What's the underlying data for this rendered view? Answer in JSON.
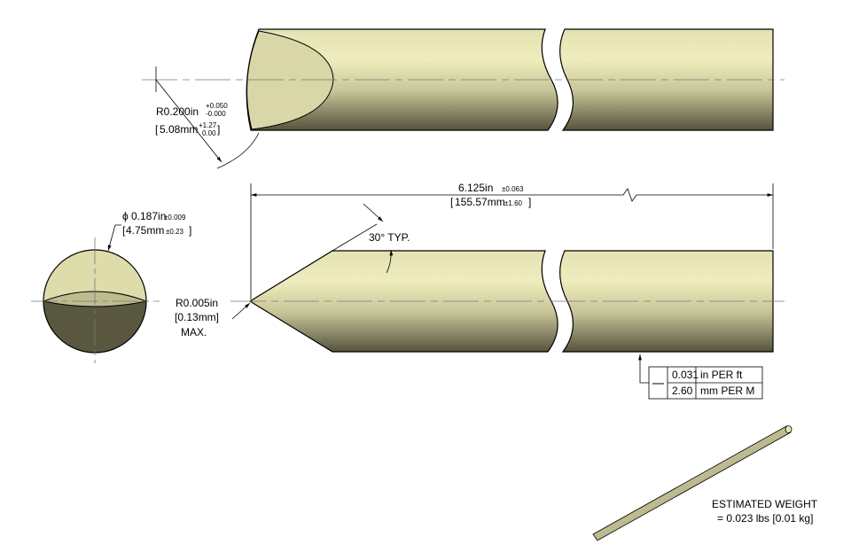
{
  "colors": {
    "fill_light": "#eeecbc",
    "fill_mid": "#d8d6a4",
    "fill_dark": "#54523c",
    "line": "#000000",
    "center_line": "#7a7a7a"
  },
  "end_radius": {
    "main": "R0.200in",
    "tol_plus": "+0.050",
    "tol_minus": "-0.000",
    "metric": "5.08mm",
    "metric_plus": "+1.27",
    "metric_minus": "0.00"
  },
  "diameter": {
    "symbol": "ϕ",
    "main": "0.187in",
    "tol": "±0.009",
    "metric": "4.75mm",
    "metric_tol": "±0.23"
  },
  "length": {
    "main": "6.125in",
    "tol": "±0.063",
    "metric": "155.57mm",
    "metric_tol": "±1.60"
  },
  "tip_radius": {
    "main": "R0.005in",
    "metric": "[0.13mm]",
    "note": "MAX."
  },
  "angle": {
    "label": "30° TYP."
  },
  "straightness": {
    "symbol": "—",
    "value_in": "0.031",
    "unit_in": "in PER ft",
    "value_mm": "2.60",
    "unit_mm": "mm PER M"
  },
  "weight": {
    "title": "ESTIMATED WEIGHT",
    "value": "= 0.023 lbs [0.01 kg]"
  }
}
